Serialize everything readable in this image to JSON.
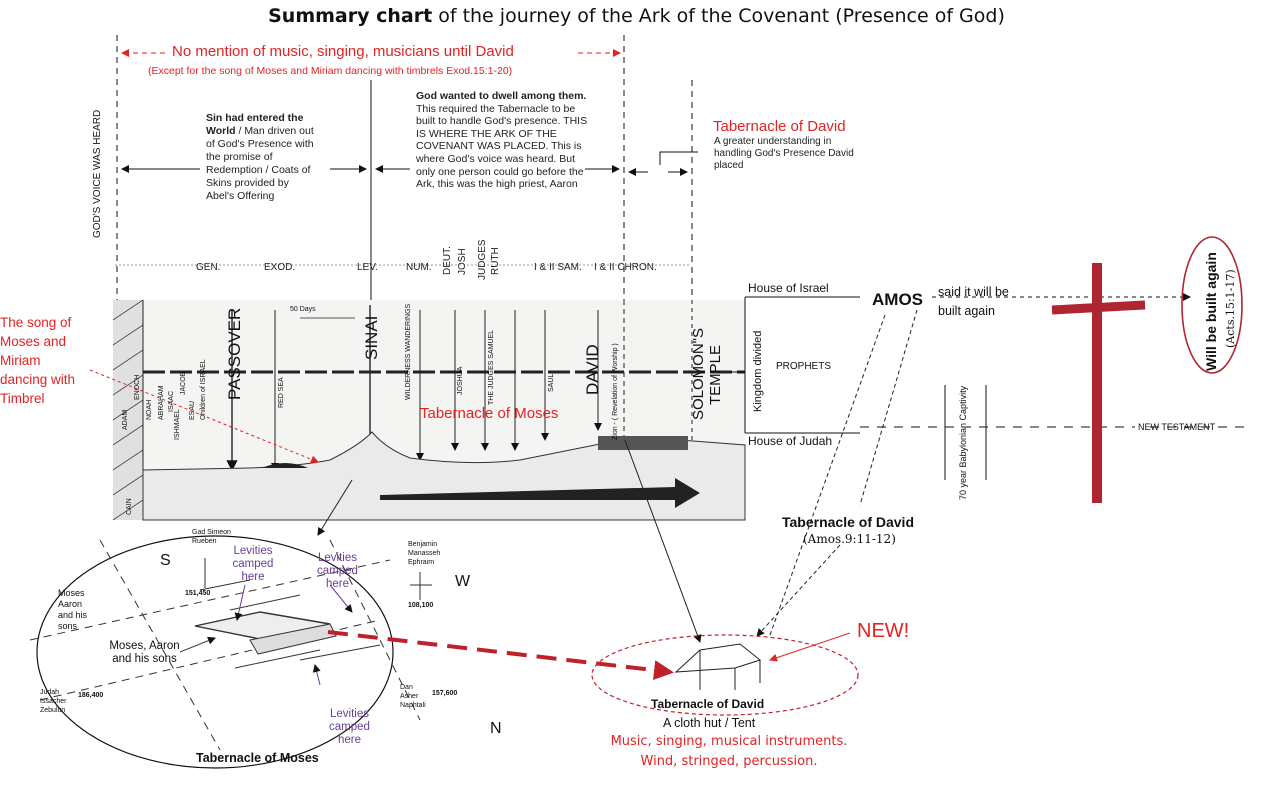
{
  "title": {
    "bold": "Summary chart",
    "rest": " of the journey of the Ark of the Covenant (Presence of God)"
  },
  "top_notice": {
    "line1": "No mention of music, singing, musicians until David",
    "line2": "(Except for the song of Moses and Miriam dancing with timbrels Exod.15:1-20)"
  },
  "gods_voice": "GOD'S VOICE WAS HEARD",
  "sin_note": {
    "bold": "Sin had entered the World",
    "rest": " / Man driven out of God's Presence with the promise of Redemption / Coats of Skins provided by Abel's Offering"
  },
  "dwell_note": {
    "bold": "God wanted to dwell among them.",
    "rest": " This required the Tabernacle to be built to handle God's presence. THIS IS WHERE THE ARK OF THE COVENANT WAS PLACED. This is where God's voice was heard. But only one person could go before the Ark, this was the high priest, Aaron"
  },
  "tab_david_top": {
    "title": "Tabernacle of David",
    "text": "A greater understanding in handling God's Presence David placed"
  },
  "books": {
    "gen": "GEN.",
    "exod": "EXOD.",
    "lev": "LEV.",
    "num": "NUM.",
    "deut": "DEUT.",
    "josh": "JOSH",
    "judges": "JUDGES",
    "ruth": "RUTH",
    "sam": "I & II SAM.",
    "chron": "I & II CHRON."
  },
  "song_note": "The song of Moses and Miriam dancing with Timbrel",
  "timeline": {
    "passover": "PASSOVER",
    "sinai": "SINAI",
    "david": "DAVID",
    "solomon1": "SOLOMON\"S",
    "solomon2": "TEMPLE",
    "days": "50 Days",
    "red_sea": "RED SEA",
    "wilderness": "WILDERNESS WANDERINGS",
    "joshua": "JOSHUA",
    "judges_sam": "THE JUDGES SAMUEL",
    "saul": "SAUL",
    "zion": "Zion - ( Revelation of Worship )",
    "adam": "ADAM",
    "enoch": "ENOCH",
    "noah": "NOAH",
    "abraham": "ABRAHAM",
    "isaac": "ISAAC",
    "jacob": "JACOB",
    "ishmael": "ISHMAEL",
    "esau": "ESAU",
    "children": "Children of ISRAEL",
    "cain": "CAIN"
  },
  "tab_moses_mid": "Tabernacle of Moses",
  "right": {
    "israel": "House of Israel",
    "amos": "AMOS",
    "amos_said": "said it will be built again",
    "kingdom": "Kingdom divided",
    "prophets": "PROPHETS",
    "judah": "House of Judah",
    "captivity": "70 year Babylonian Captivity",
    "nt": "NEW TESTAMENT",
    "built_again": "Will be built again",
    "acts": "(Acts.15:1-17)",
    "tab_david": "Tabernacle of David",
    "amos_ref": "(Amos.9:11-12)"
  },
  "camp": {
    "s": "S",
    "w": "W",
    "n": "N",
    "gad": "Gad Simeon Rueben",
    "gad_num": "151,450",
    "levities": "Levities camped here",
    "benjamin": "Benjamin Manasseh Ephraim",
    "benj_num": "108,100",
    "moses_aaron": "Moses Aaron and his sons",
    "moses_aaron2": "Moses, Aaron and his sons",
    "judah": "Judah Issacher Zebulun",
    "judah_num": "186,400",
    "dan": "Dan Asher Naphtali",
    "dan_num": "157,600",
    "caption": "Tabernacle of Moses"
  },
  "new": "NEW!",
  "tent": {
    "title": "Tabernacle of David",
    "sub": "A cloth hut / Tent",
    "music1": "Music, singing, musical instruments.",
    "music2": "Wind, stringed, percussion."
  }
}
